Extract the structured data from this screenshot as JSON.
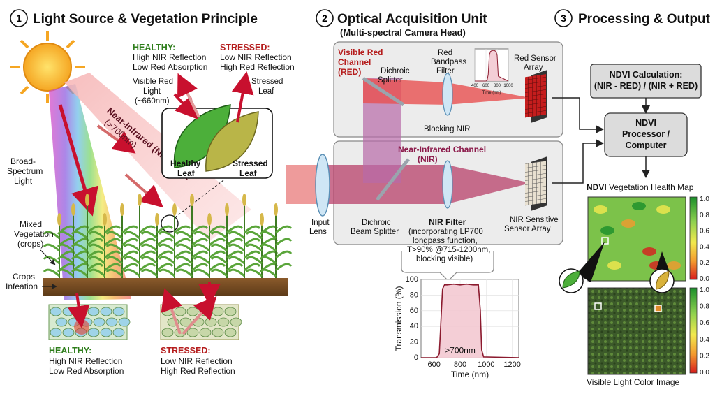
{
  "colors": {
    "red": "#c8102e",
    "green": "#2e7d1b",
    "nir": "#8b1a4a",
    "panel": "#ececec",
    "lens": "#cfe6f5"
  },
  "section1": {
    "number": "1",
    "title": "Light Source & Vegetation Principle",
    "broad_spectrum": [
      "Broad-",
      "Spectrum",
      "Light"
    ],
    "nir_light": [
      "Near-Infrared (NIR) Light",
      "(>700nm)"
    ],
    "visible_red": [
      "Visible Red",
      "Light",
      "(~660nm)"
    ],
    "healthy_top": {
      "title": "HEALTHY:",
      "lines": [
        "High NIR Reflection",
        "Low Red Absorption"
      ]
    },
    "stressed_top": {
      "title": "STRESSED:",
      "lines": [
        "Low NIR Reflection",
        "High Red Reflection"
      ]
    },
    "stressed_leaf_note": [
      "Stressed",
      "Leaf"
    ],
    "healthy_leaf": [
      "Healthy",
      "Leaf"
    ],
    "stressed_leaf": [
      "Stressed",
      "Leaf"
    ],
    "mixed_vegetation": [
      "Mixed",
      "Vegetation",
      "(crops)"
    ],
    "crops_infection": [
      "Crops",
      "Infeation"
    ],
    "healthy_bottom": {
      "title": "HEALTHY:",
      "lines": [
        "High NIR Reflection",
        "Low Red Absorption"
      ]
    },
    "stressed_bottom": {
      "title": "STRESSED:",
      "lines": [
        "Low NIR Reflection",
        "High Red Reflection"
      ]
    }
  },
  "section2": {
    "number": "2",
    "title": "Optical Acquisition Unit",
    "subtitle": "(Multi-spectral Camera Head)",
    "visible_channel": [
      "Visible Red",
      "Channel",
      "(RED)"
    ],
    "dichroic_splitter": [
      "Dichroic",
      "Splitter"
    ],
    "red_bandpass": [
      "Red",
      "Bandpass",
      "Filter"
    ],
    "red_sensor": [
      "Red Sensor",
      "Array"
    ],
    "blocking_nir": "Blocking NIR",
    "nir_channel": [
      "Near-Infrared Channel",
      "(NIR)"
    ],
    "input_lens": [
      "Input",
      "Lens"
    ],
    "dichroic_beam": [
      "Dichroic",
      "Beam Splitter"
    ],
    "nir_filter_title": "NIR Filter",
    "nir_filter_lines": [
      "(incorporating LP700",
      "longpass function,",
      "T>90% @715-1200nm,",
      "blocking visible)"
    ],
    "nir_sensor": [
      "NIR Sensitive",
      "Sensor Array"
    ]
  },
  "section3": {
    "number": "3",
    "title": "Processing & Output",
    "ndvi_calc": [
      "NDVI Calculation:",
      "(NIR - RED) / (NIR + RED)"
    ],
    "ndvi_proc": [
      "NDVI",
      "Processor /",
      "Computer"
    ],
    "map_title_bold": "NDVI",
    "map_title_rest": " Vegetation Health Map",
    "visible_image": "Visible Light Color Image"
  },
  "chart_data": [
    {
      "type": "line",
      "title": "",
      "xlabel": "Time (nm)",
      "ylabel": "",
      "xlim": [
        400,
        1000
      ],
      "ylim": [
        0,
        100
      ],
      "x_ticks": [
        "400",
        "600",
        "800",
        "1000"
      ],
      "series": [
        {
          "x": [
            400,
            600,
            620,
            640,
            660,
            680,
            700,
            720,
            740,
            760,
            780,
            800,
            820,
            1000
          ],
          "y": [
            0,
            0,
            2,
            20,
            80,
            92,
            94,
            95,
            95,
            94,
            92,
            80,
            15,
            0
          ]
        }
      ]
    },
    {
      "type": "line",
      "title": "",
      "xlabel": "Time (nm)",
      "ylabel": "Transmission (%)",
      "xlim": [
        500,
        1250
      ],
      "ylim": [
        0,
        100
      ],
      "x_ticks": [
        "600",
        "800",
        "1000",
        "1200"
      ],
      "y_ticks": [
        "0",
        "20",
        "40",
        "60",
        "80",
        "100"
      ],
      "annotation": ">700nm",
      "series": [
        {
          "x": [
            500,
            620,
            640,
            655,
            665,
            680,
            700,
            750,
            800,
            850,
            900,
            940,
            955,
            965,
            980,
            1250
          ],
          "y": [
            0,
            0,
            5,
            55,
            88,
            93,
            93,
            94,
            93,
            94,
            93,
            93,
            60,
            10,
            1,
            0
          ]
        }
      ]
    }
  ],
  "colorbars": {
    "ticks": [
      "1.0",
      "0.8",
      "0.6",
      "0.4",
      "0.2",
      "0.0"
    ]
  }
}
